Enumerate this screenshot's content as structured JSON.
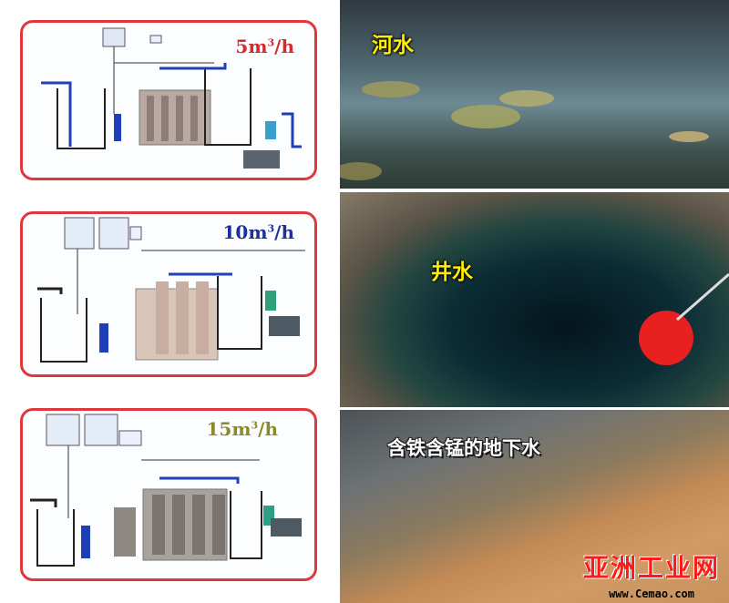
{
  "panels": [
    {
      "rate_number": "5",
      "rate_unit": "m",
      "rate_exp": "3",
      "rate_tail": "/h"
    },
    {
      "rate_number": "10",
      "rate_unit": "m",
      "rate_exp": "3",
      "rate_tail": "/h"
    },
    {
      "rate_number": "15",
      "rate_unit": "m",
      "rate_exp": "3",
      "rate_tail": "/h"
    }
  ],
  "photos": [
    {
      "label": "河水"
    },
    {
      "label": "井水"
    },
    {
      "label": "含铁含锰的地下水"
    }
  ],
  "watermark": {
    "brand": "亚洲工业网",
    "url": "www.Cemao.com"
  },
  "colors": {
    "frame": "#e0373d",
    "pipe": "#1f3fb8",
    "rate1": "#d62b2b",
    "rate2": "#1d2f9a",
    "rate3": "#8b8a28",
    "label": "#ffee00"
  }
}
